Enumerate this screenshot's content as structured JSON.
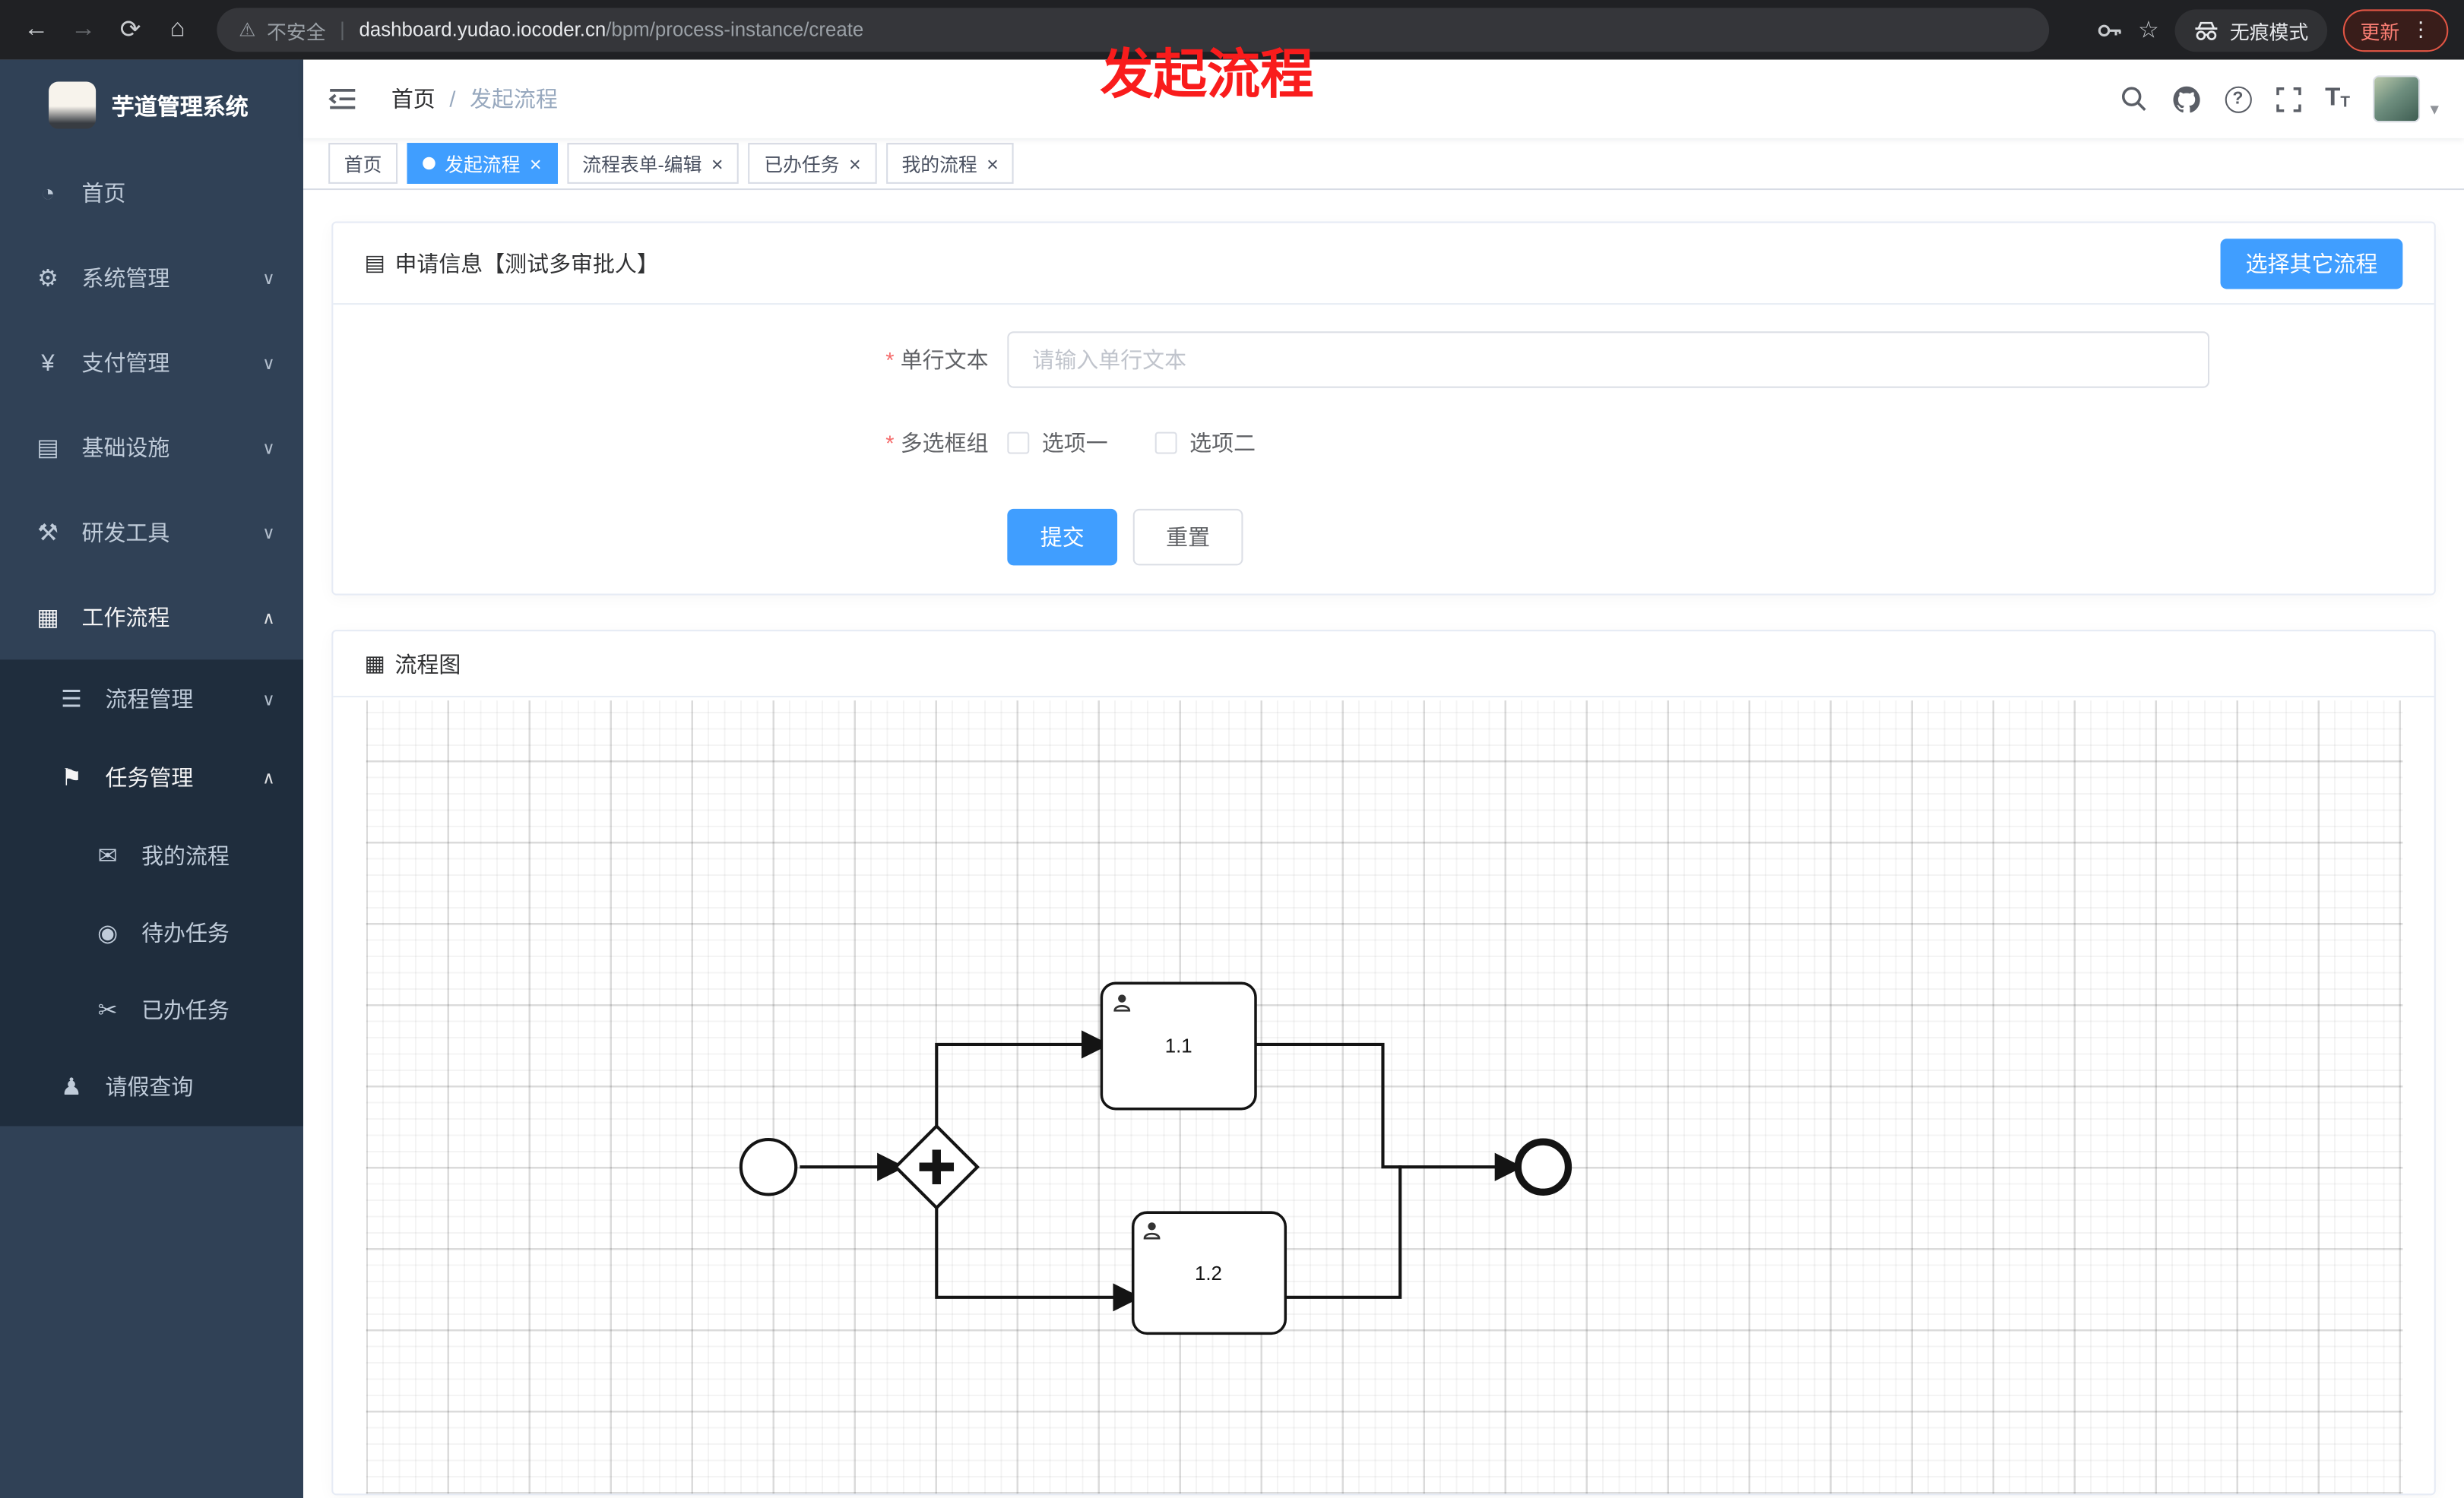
{
  "browser": {
    "security_label": "不安全",
    "url_host": "dashboard.yudao.iocoder.cn",
    "url_path": "/bpm/process-instance/create",
    "incognito_label": "无痕模式",
    "update_label": "更新"
  },
  "glyphs": {
    "back": "←",
    "forward": "→",
    "refresh": "⟳",
    "home": "⌂",
    "warning": "⚠",
    "star": "☆",
    "dots": "⋮",
    "divider": "|",
    "dashboard": "◔",
    "gear": "⚙",
    "payment": "¥",
    "infra": "▤",
    "tools": "⚒",
    "workflow": "▦",
    "process_mgmt": "☰",
    "task_mgmt": "⚑",
    "my_process": "✉",
    "todo": "◉",
    "done": "✂",
    "user": "♟",
    "chevron_down": "∨",
    "chevron_up": "∧",
    "caret_down": "▾",
    "form_card": "▤",
    "diagram_card": "▦",
    "help": "?",
    "font_big": "T",
    "font_small": "T",
    "close": "×",
    "slash": "/"
  },
  "annotation": {
    "text": "发起流程"
  },
  "sidebar": {
    "logo_title": "芋道管理系统",
    "items": [
      {
        "label": "首页"
      },
      {
        "label": "系统管理"
      },
      {
        "label": "支付管理"
      },
      {
        "label": "基础设施"
      },
      {
        "label": "研发工具"
      },
      {
        "label": "工作流程"
      }
    ],
    "submenu": {
      "items": [
        {
          "label": "流程管理"
        },
        {
          "label": "任务管理"
        }
      ],
      "children": [
        {
          "label": "我的流程"
        },
        {
          "label": "待办任务"
        },
        {
          "label": "已办任务"
        }
      ],
      "leave": {
        "label": "请假查询"
      }
    }
  },
  "navbar": {
    "breadcrumb_home": "首页",
    "breadcrumb_current": "发起流程"
  },
  "tabs": [
    {
      "label": "首页"
    },
    {
      "label": "发起流程"
    },
    {
      "label": "流程表单-编辑"
    },
    {
      "label": "已办任务"
    },
    {
      "label": "我的流程"
    }
  ],
  "form_card": {
    "title": "申请信息【测试多审批人】",
    "select_other_button": "选择其它流程",
    "required_mark": "*",
    "single_line": {
      "label": "单行文本",
      "placeholder": "请输入单行文本"
    },
    "checkbox_group": {
      "label": "多选框组",
      "options": [
        "选项一",
        "选项二"
      ]
    },
    "submit_label": "提交",
    "reset_label": "重置"
  },
  "diagram_card": {
    "title": "流程图",
    "tasks": [
      {
        "label": "1.1"
      },
      {
        "label": "1.2"
      }
    ]
  },
  "colors": {
    "primary": "#409eff",
    "annotation_red": "#f91c1c",
    "sidebar_bg": "#304156",
    "submenu_bg": "#1f2d3d"
  }
}
